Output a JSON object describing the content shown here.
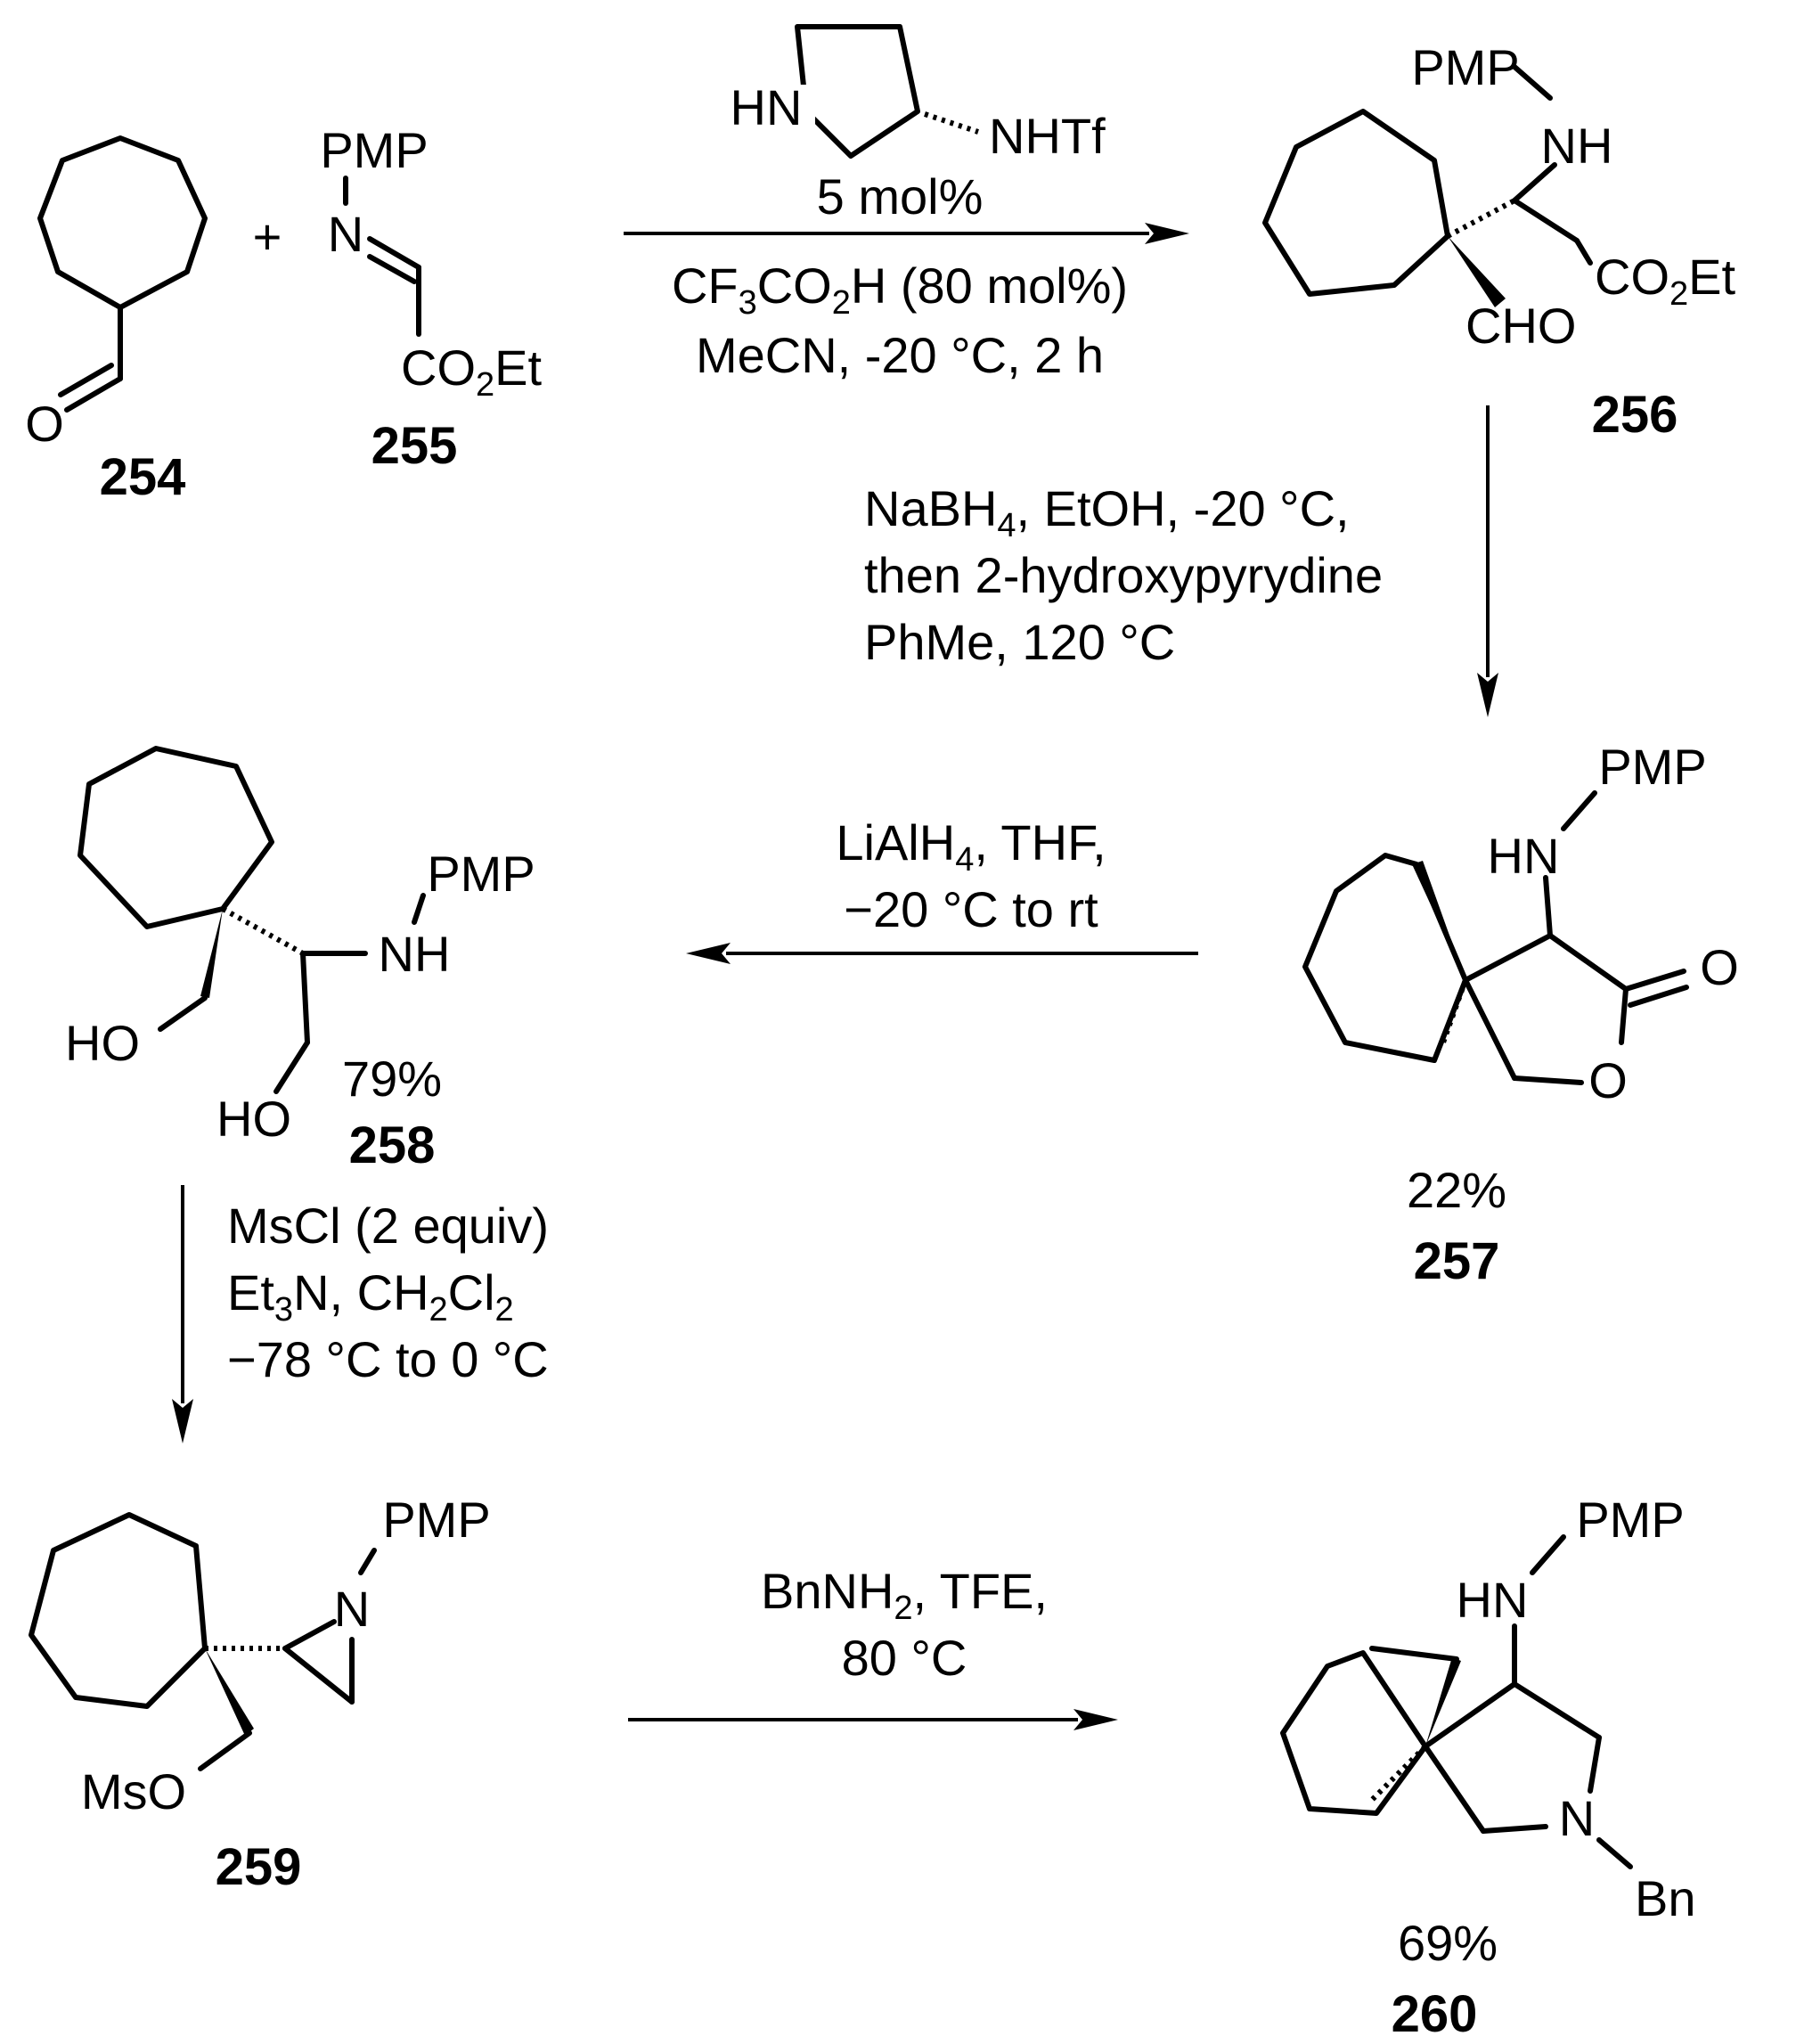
{
  "compounds": {
    "c254": {
      "number": "254",
      "atoms": {
        "o": "O"
      }
    },
    "c255": {
      "number": "255",
      "atoms": {
        "pmp": "PMP",
        "n": "N",
        "ester": "CO2Et"
      }
    },
    "c256": {
      "number": "256",
      "atoms": {
        "pmp": "PMP",
        "nh": "NH",
        "ester": "CO2Et",
        "cho": "CHO"
      }
    },
    "c257": {
      "number": "257",
      "yield": "22%",
      "atoms": {
        "pmp": "PMP",
        "hn": "HN",
        "o_carbonyl": "O",
        "o_ring": "O"
      }
    },
    "c258": {
      "number": "258",
      "yield": "79%",
      "atoms": {
        "pmp": "PMP",
        "nh": "NH",
        "ho1": "HO",
        "ho2": "HO"
      }
    },
    "c259": {
      "number": "259",
      "atoms": {
        "pmp": "PMP",
        "n": "N",
        "mso": "MsO"
      }
    },
    "c260": {
      "number": "260",
      "yield": "69%",
      "atoms": {
        "pmp": "PMP",
        "hn": "HN",
        "n": "N",
        "bn": "Bn"
      }
    }
  },
  "plus": "+",
  "catalyst": {
    "hn": "HN",
    "nhtf": "NHTf"
  },
  "conditions": {
    "step1": [
      "5 mol%",
      "CF3CO2H (80 mol%)",
      "MeCN, -20 °C, 2 h"
    ],
    "step2": [
      "NaBH4, EtOH, -20 °C,",
      "then 2-hydroxypyrydine",
      "PhMe, 120  °C"
    ],
    "step3": [
      "LiAlH4, THF,",
      "−20 °C to rt"
    ],
    "step4": [
      "MsCl (2 equiv)",
      "Et3N, CH2Cl2",
      "−78 °C to 0 °C"
    ],
    "step5": [
      "BnNH2, TFE,",
      "80 °C"
    ]
  }
}
